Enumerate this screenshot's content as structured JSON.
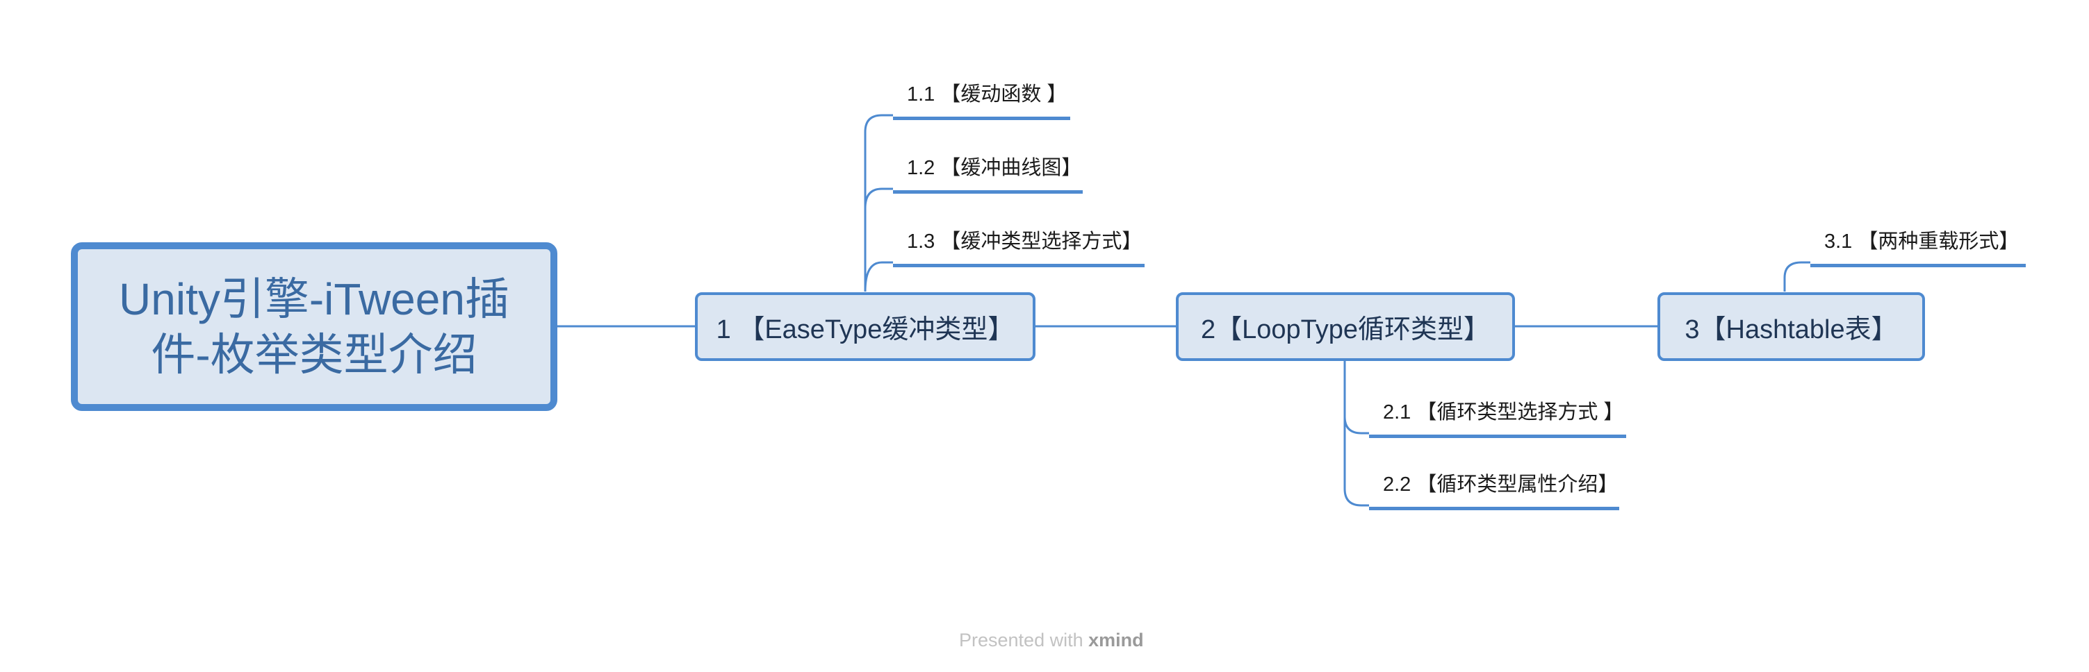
{
  "root": {
    "label": "Unity引擎-iTween插件-枚举类型介绍"
  },
  "topics": [
    {
      "label": "1 【EaseType缓冲类型】",
      "subtopics": [
        "1.1 【缓动函数 】",
        "1.2 【缓冲曲线图】",
        "1.3 【缓冲类型选择方式】"
      ]
    },
    {
      "label": "2【LoopType循环类型】",
      "subtopics": [
        "2.1 【循环类型选择方式 】",
        "2.2 【循环类型属性介绍】"
      ]
    },
    {
      "label": "3【Hashtable表】",
      "subtopics": [
        "3.1 【两种重载形式】"
      ]
    }
  ],
  "footer": {
    "prefix": "Presented with ",
    "brand": "xmind"
  },
  "colors": {
    "line": "#4e8ad0",
    "fill": "#dce6f2",
    "root_text": "#3a6aa2"
  }
}
